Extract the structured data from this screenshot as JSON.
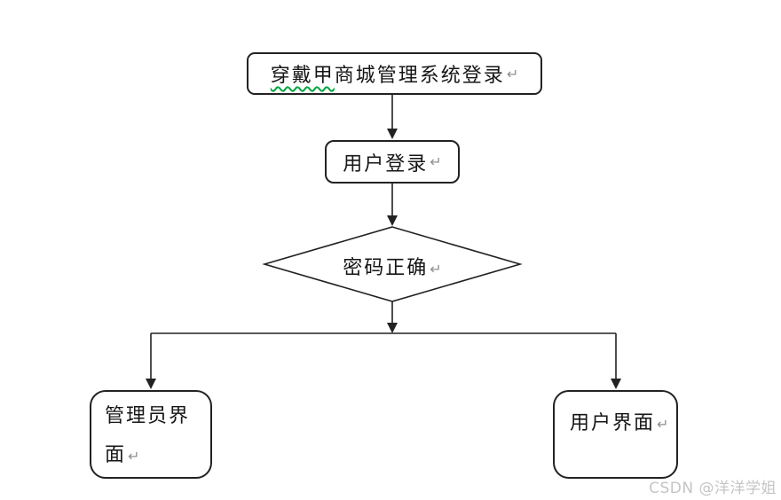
{
  "flowchart": {
    "return_mark": "↵",
    "nodes": {
      "start": {
        "text_underlined": "穿戴甲",
        "text_rest": "商城管理系统登录"
      },
      "login": {
        "text": "用户登录"
      },
      "decision": {
        "text": "密码正确"
      },
      "admin": {
        "text": "管理员界面"
      },
      "user": {
        "text": "用户界面"
      }
    }
  },
  "watermark": {
    "text": "CSDN @洋洋学姐"
  },
  "colors": {
    "line": "#222222",
    "node_border": "#222222",
    "node_fill": "#ffffff",
    "spellcheck_squiggle": "#00a33e",
    "return_mark": "#8f8f8f",
    "watermark": "#c5c5c5"
  }
}
